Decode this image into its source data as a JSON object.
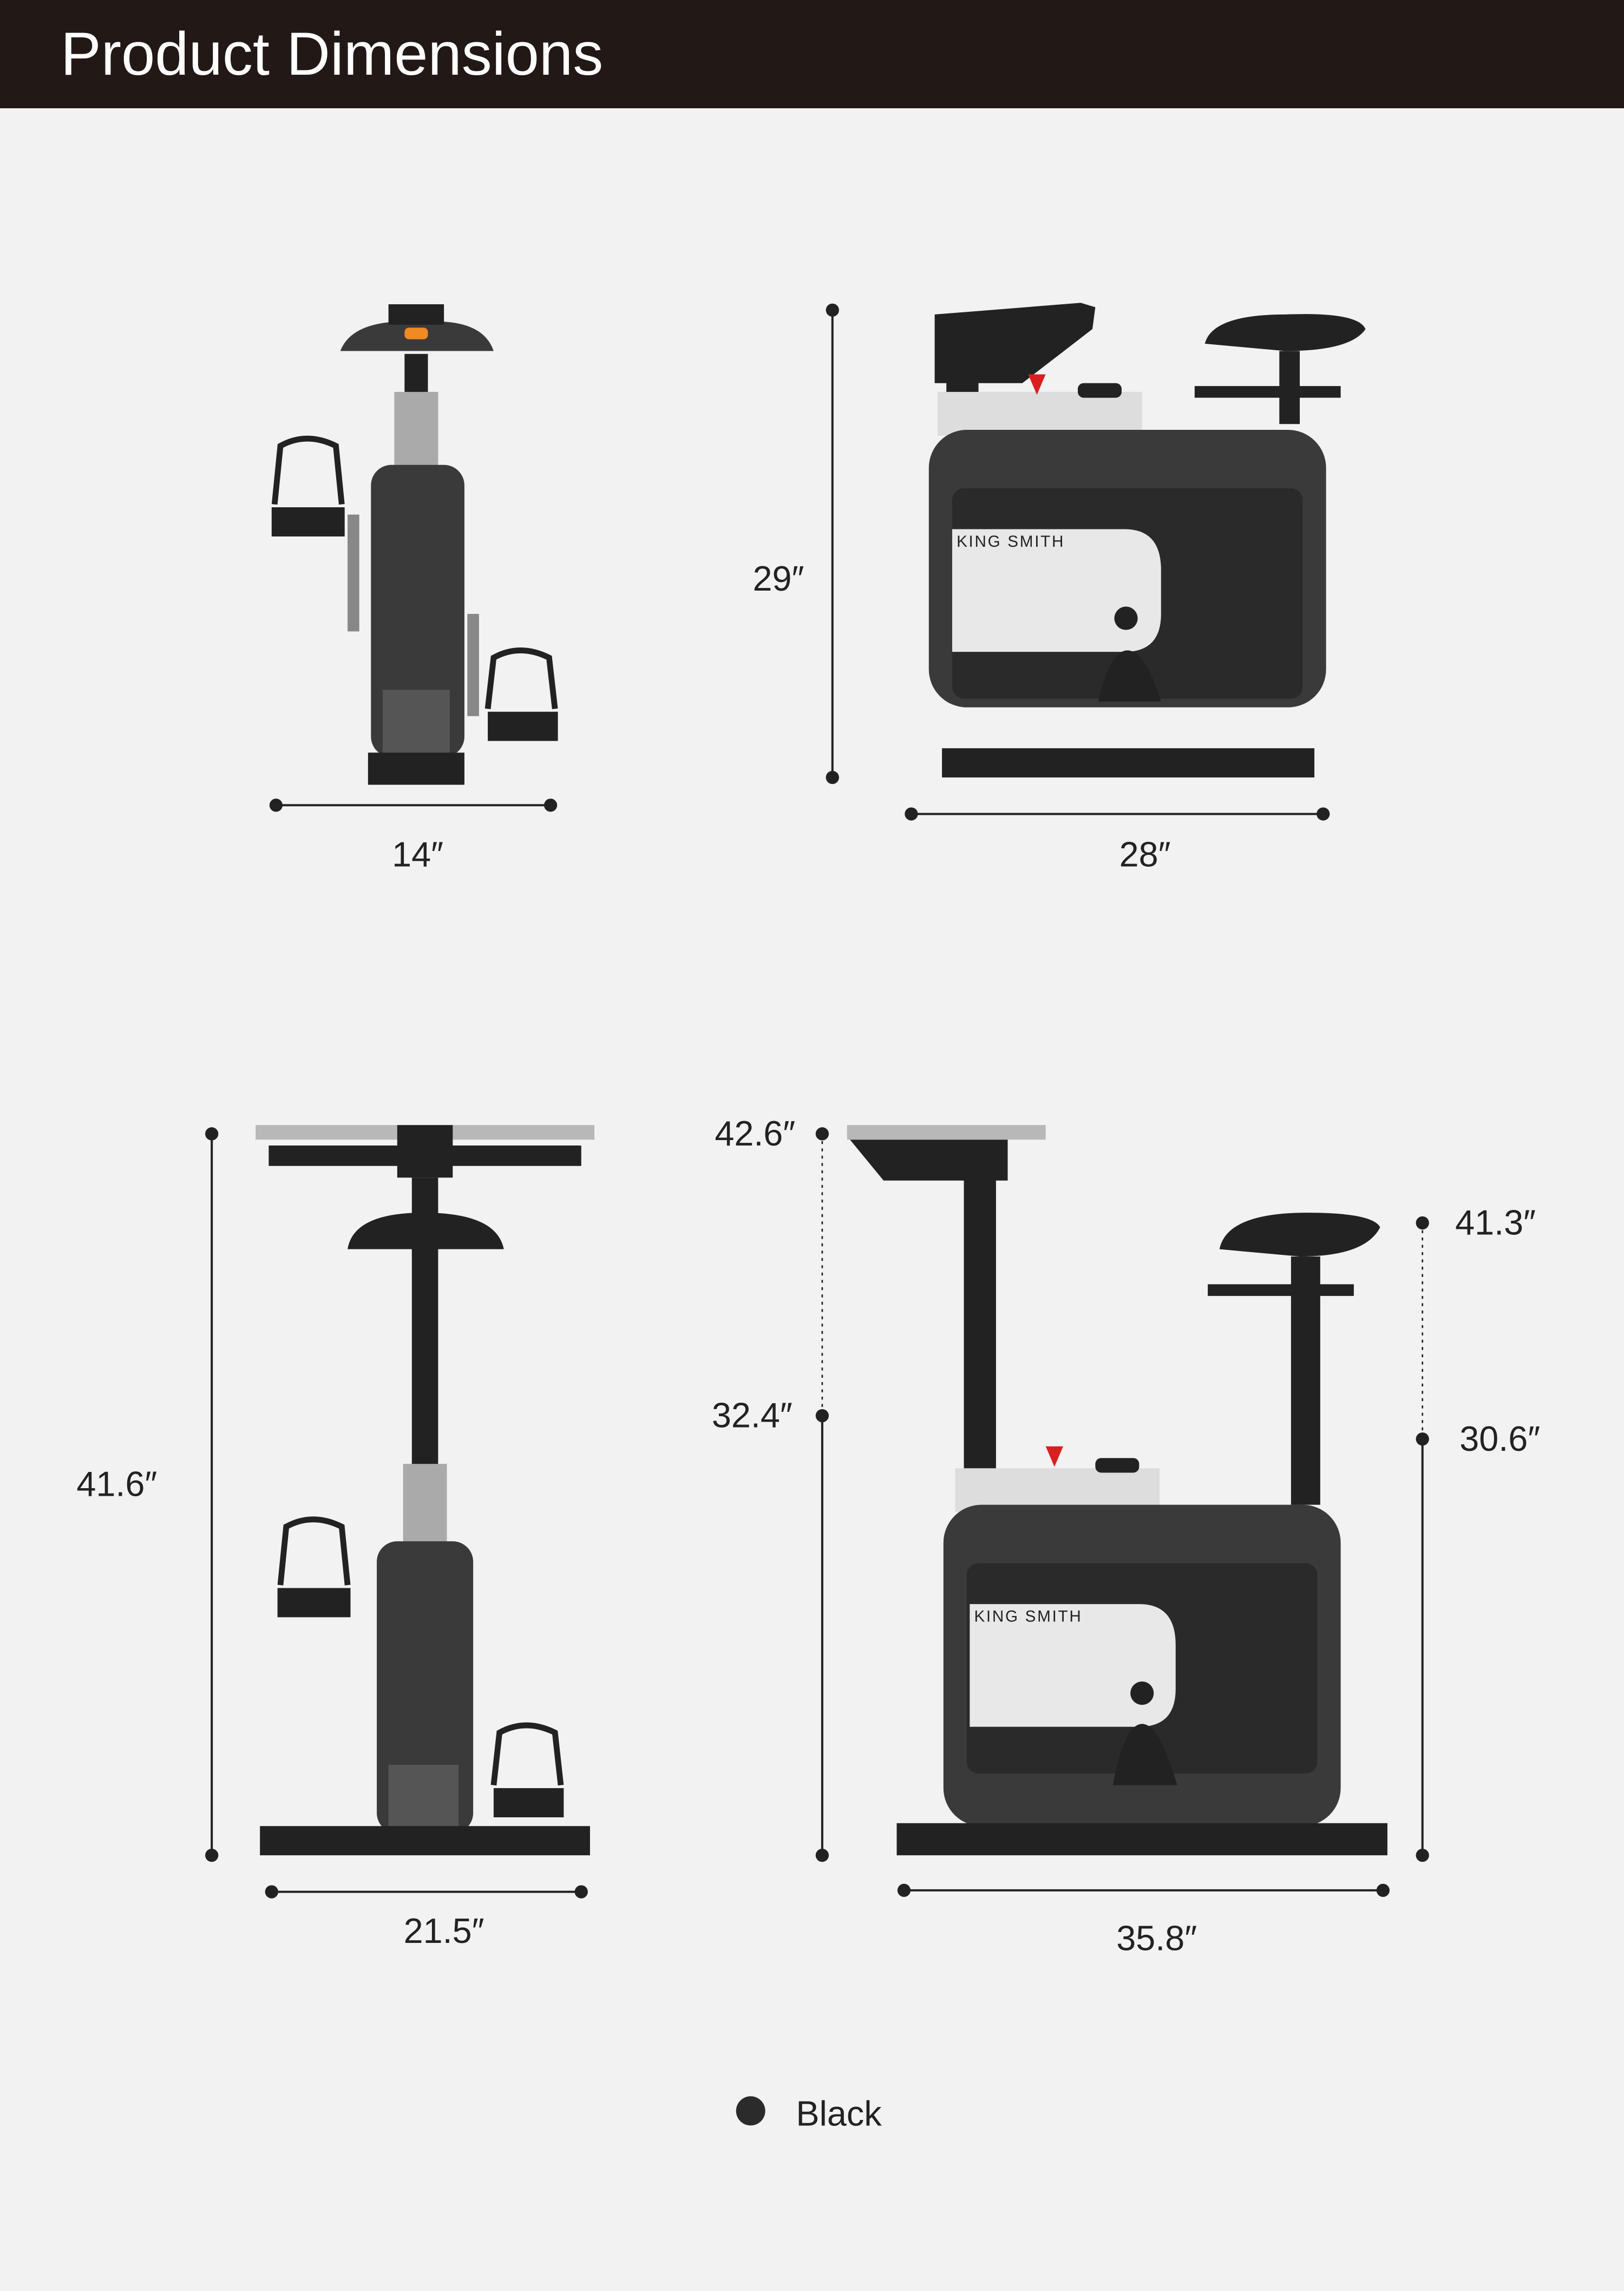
{
  "header": {
    "title": "Product Dimensions"
  },
  "colors": {
    "header_bg": "#221816",
    "background": "#f2f2f2",
    "body": "#3a3a3a",
    "accent_knob": "#d92020",
    "accent_button": "#f08a24"
  },
  "views": {
    "front_compact": {
      "width": "14″"
    },
    "side_compact": {
      "height": "29″",
      "length": "28″",
      "brand": "KING SMITH"
    },
    "front_extended": {
      "height": "41.6″",
      "width": "21.5″"
    },
    "side_extended": {
      "desk_height": "42.6″",
      "desk_min_height": "32.4″",
      "seat_max_height": "41.3″",
      "seat_min_height": "30.6″",
      "length": "35.8″",
      "brand": "KING SMITH"
    }
  },
  "legend": {
    "color_name": "Black",
    "color": "#2b2b2b"
  }
}
